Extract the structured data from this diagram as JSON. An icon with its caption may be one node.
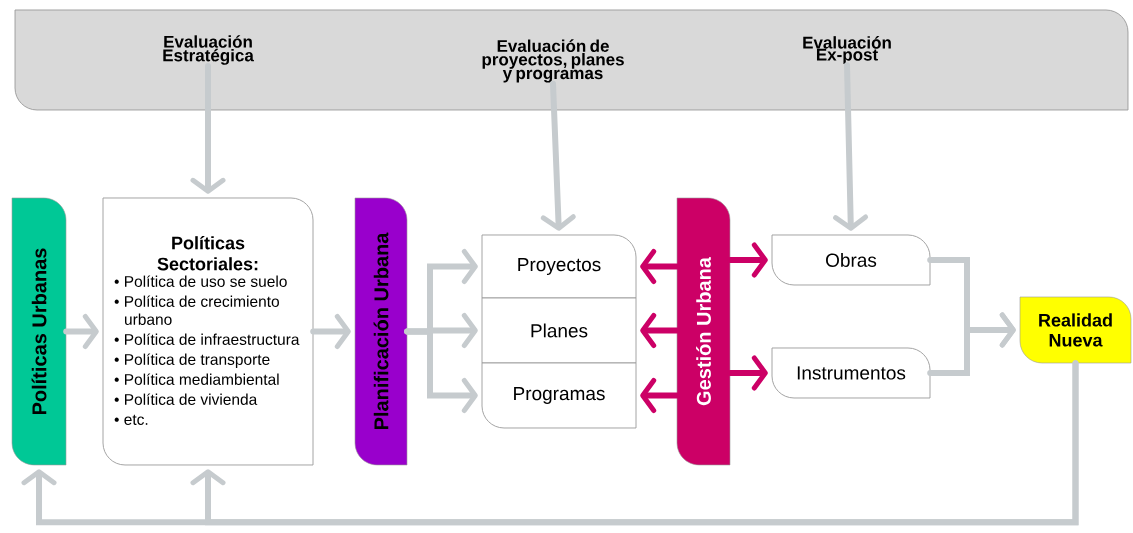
{
  "diagram": {
    "nodes": [
      {
        "text": [],
        "shape": "box"
      },
      {
        "text": [
          "Evaluación Estratégica"
        ],
        "in": 0
      },
      {
        "text": [
          "Evaluación de proyectos, planes y programas"
        ],
        "in": 0
      },
      {
        "text": [
          "Evaluación Ex-post"
        ],
        "in": 0
      },
      {
        "text": [
          "Políticas Urbanas"
        ]
      },
      {
        "text": [
          "Políticas Sectoriales:",
          "• Política de uso se suelo",
          "• Política de crecimiento urbano",
          "• Política de infraestructura",
          "• Política de transporte",
          "• Política mediambiental",
          "• Política de vivienda",
          "• etc."
        ]
      },
      {
        "text": [
          "Planificación Urbana"
        ]
      },
      {
        "text": [
          "Proyectos"
        ]
      },
      {
        "text": [
          "Planes"
        ]
      },
      {
        "text": [
          "Programas"
        ]
      },
      {
        "text": [
          "Gestión Urbana"
        ]
      },
      {
        "text": [
          "Obras"
        ]
      },
      {
        "text": [
          "Instrumentos"
        ]
      },
      {
        "text": [
          "Realidad Nueva"
        ]
      }
    ],
    "edges": [
      {
        "from": 1,
        "to": 5,
        "arrow": "to"
      },
      {
        "from": 2,
        "to": 7,
        "arrow": "to"
      },
      {
        "from": 3,
        "to": 11,
        "arrow": "to"
      },
      {
        "from": 4,
        "to": 5,
        "arrow": "to"
      },
      {
        "from": 5,
        "to": 6,
        "arrow": "to"
      },
      {
        "from": 6,
        "to": 7,
        "arrow": "to"
      },
      {
        "from": 6,
        "to": 8,
        "arrow": "to"
      },
      {
        "from": 6,
        "to": 9,
        "arrow": "to"
      },
      {
        "from": 10,
        "to": 7,
        "arrow": "to",
        "color": "#cc0066"
      },
      {
        "from": 10,
        "to": 8,
        "arrow": "to",
        "color": "#cc0066"
      },
      {
        "from": 10,
        "to": 9,
        "arrow": "to",
        "color": "#cc0066"
      },
      {
        "from": 10,
        "to": 11,
        "arrow": "to",
        "color": "#cc0066"
      },
      {
        "from": 10,
        "to": 12,
        "arrow": "to",
        "color": "#cc0066"
      },
      {
        "from": 11,
        "to": 13,
        "arrow": "to"
      },
      {
        "from": 12,
        "to": 13,
        "arrow": "to"
      },
      {
        "from": 13,
        "to": 4,
        "arrow": "to"
      },
      {
        "from": 13,
        "to": 5,
        "arrow": "to"
      }
    ]
  }
}
